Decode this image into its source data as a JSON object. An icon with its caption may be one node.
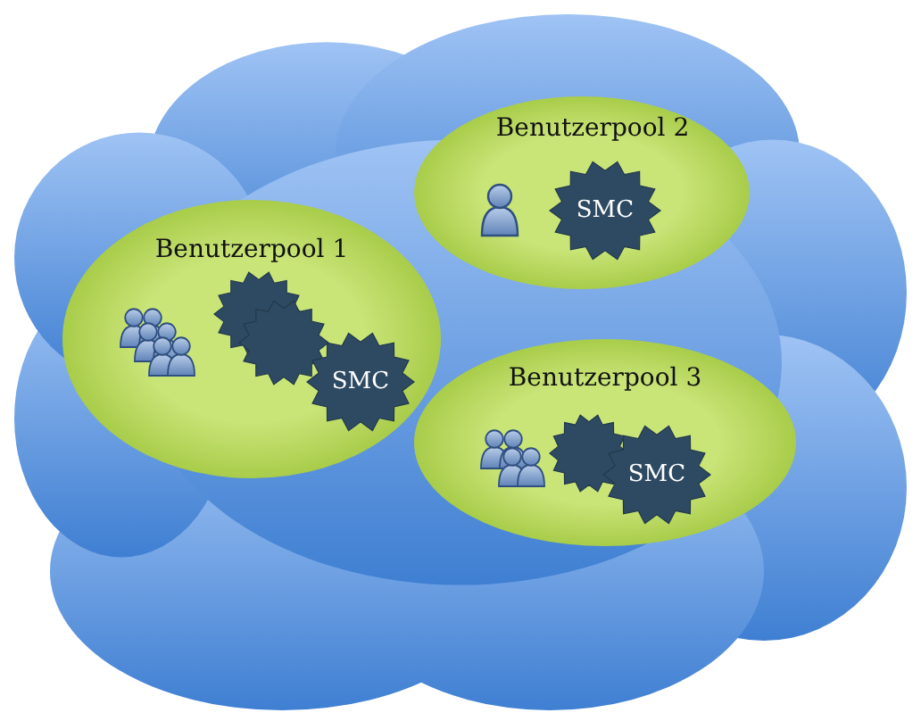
{
  "diagram": {
    "nodes": [
      {
        "text": [],
        "shape": "cloud"
      },
      {
        "text": [
          "Benutzerpool 1"
        ],
        "in": 0
      },
      {
        "text": [],
        "shape": "star",
        "in": 1
      },
      {
        "text": [],
        "shape": "star",
        "in": 1
      },
      {
        "text": [
          "SMC"
        ],
        "in": 1
      },
      {
        "text": [
          "Benutzerpool 2"
        ],
        "in": 0
      },
      {
        "text": [
          "SMC"
        ],
        "in": 5
      },
      {
        "text": [
          "Benutzerpool 3"
        ],
        "in": 0
      },
      {
        "text": [],
        "shape": "star",
        "in": 7
      },
      {
        "text": [
          "SMC"
        ],
        "in": 7
      }
    ]
  }
}
